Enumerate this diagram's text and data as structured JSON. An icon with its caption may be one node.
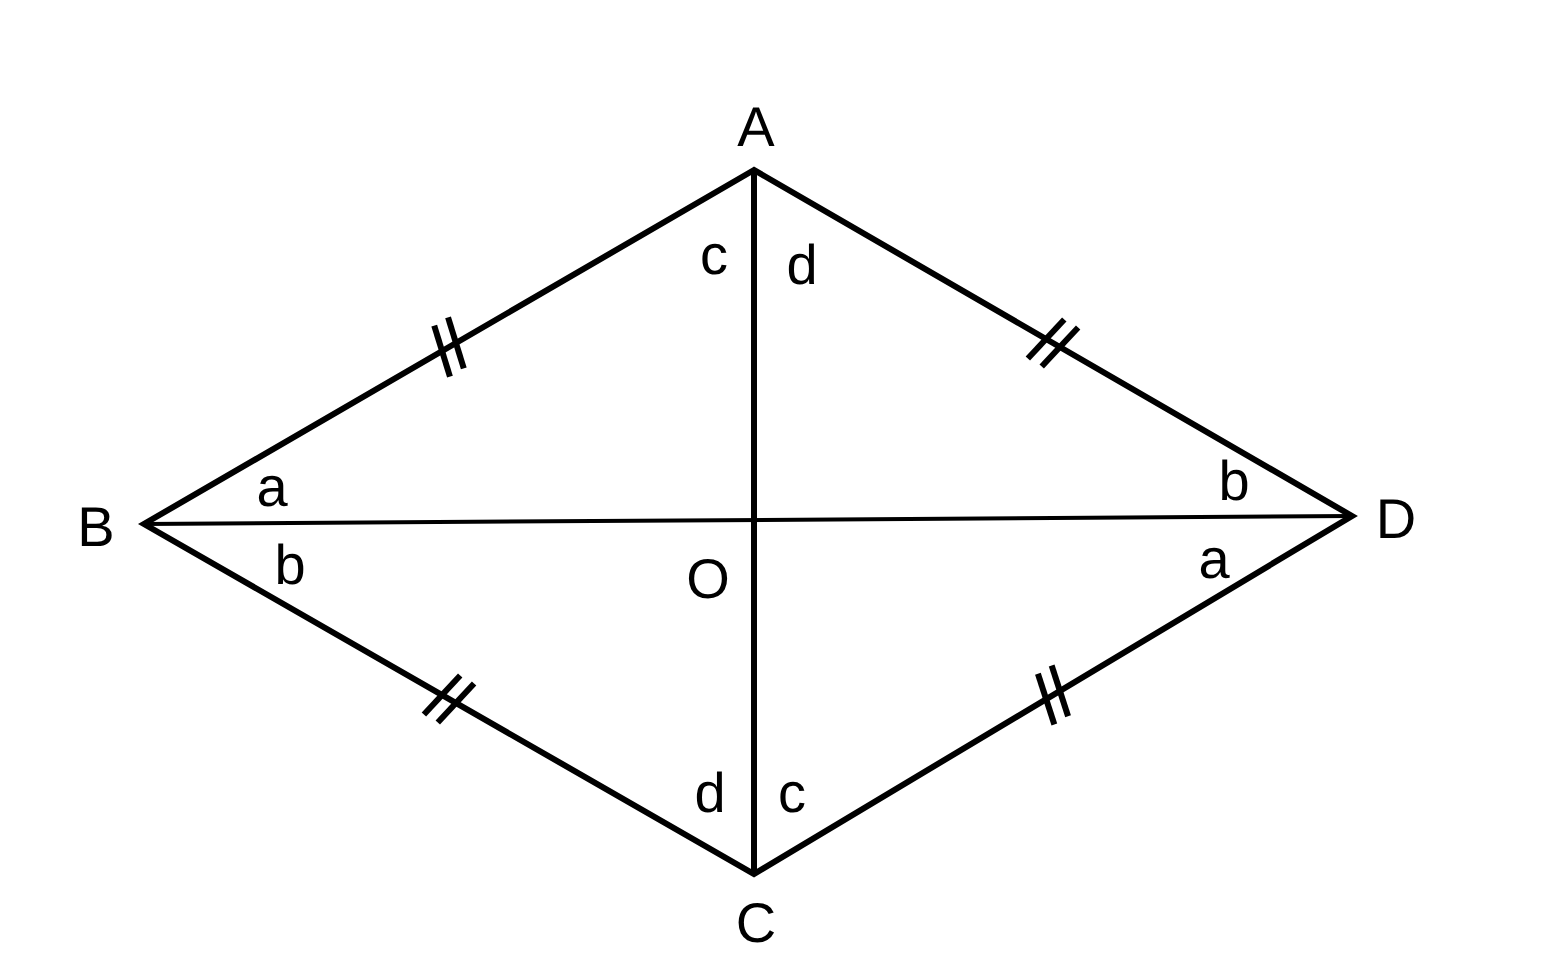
{
  "diagram": {
    "labels": [
      "A",
      "c",
      "d",
      "a",
      "b",
      "B",
      "D",
      "b",
      "O",
      "a",
      "d",
      "c",
      "C"
    ]
  }
}
